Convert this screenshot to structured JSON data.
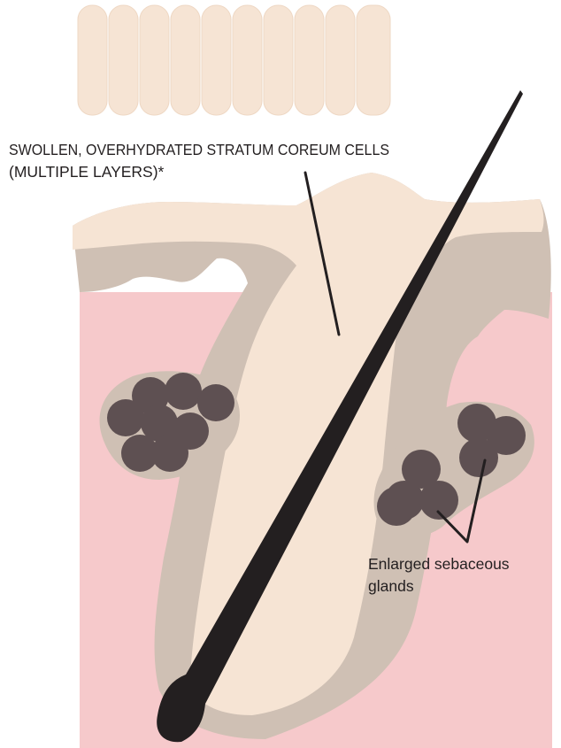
{
  "labels": {
    "stratum_line1": "SWOLLEN, OVERHYDRATED STRATUM COREUM CELLS",
    "stratum_line2": "(MULTIPLE LAYERS)*",
    "glands_line1": "Enlarged sebaceous",
    "glands_line2": "glands"
  },
  "colors": {
    "dermis": "#f6c9cb",
    "epidermis": "#cfc0b4",
    "surface_layer": "#f6e4d4",
    "corneocyte": "#f6e4d4",
    "corneocyte_outline": "#eed7c3",
    "gland_cell": "#5e5052",
    "hair": "#231f20",
    "label_text": "#231f20"
  }
}
